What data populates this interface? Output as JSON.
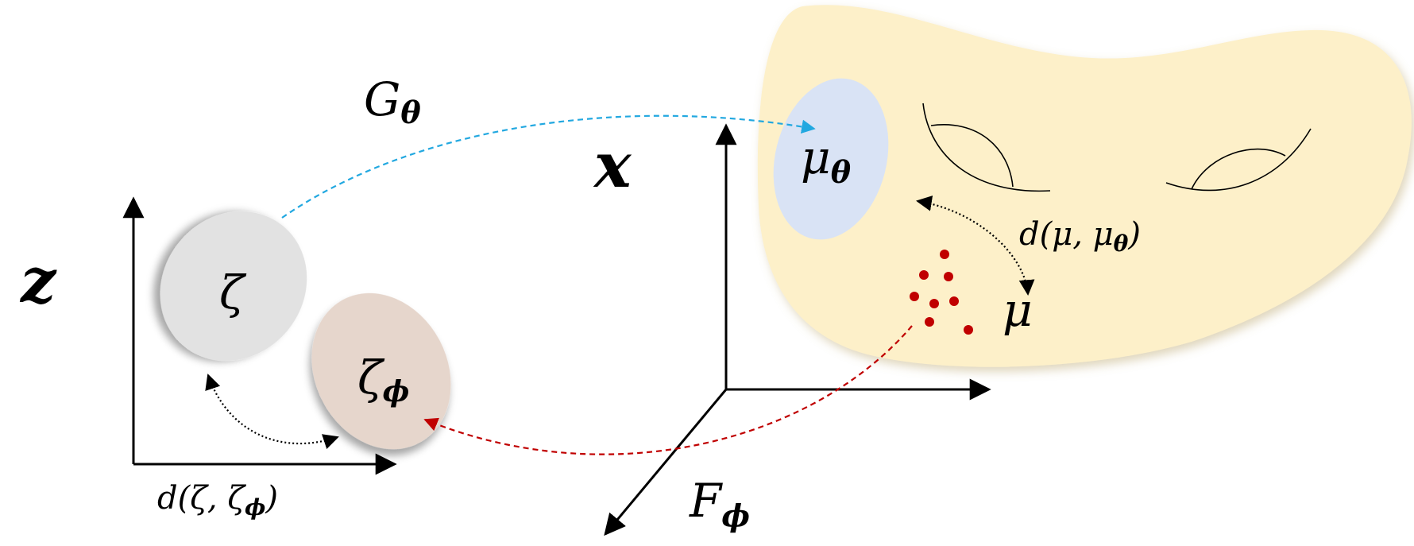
{
  "labels": {
    "z_space": "𝒛",
    "x_space": "𝒙",
    "zeta": "ζ",
    "zeta_phi_base": "ζ",
    "zeta_phi_sub": "𝝓",
    "mu_theta_base": "μ",
    "mu_theta_sub": "𝜽",
    "mu": "μ",
    "G_base": "G",
    "G_sub": "𝜽",
    "F_base": "F",
    "F_sub": "𝝓",
    "d_zeta": "d(ζ, ζ",
    "d_zeta_sub": "𝝓",
    "d_zeta_close": ")",
    "d_mu": "d(μ, μ",
    "d_mu_sub": "𝜽",
    "d_mu_close": ")"
  },
  "colors": {
    "manifold": "#fdf0c9",
    "mu_theta_ellipse": "#d9e3f5",
    "zeta_ellipse": "#e2e2e2",
    "zeta_phi_ellipse": "#e6d6cc",
    "G_arrow": "#22a8e0",
    "F_arrow": "#c00000",
    "samples": "#c00000"
  }
}
